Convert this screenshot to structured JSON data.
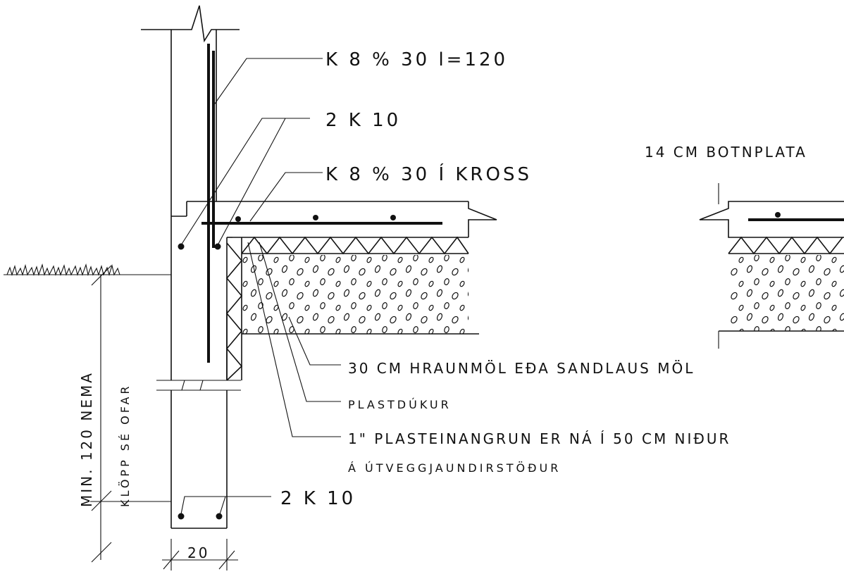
{
  "labels": {
    "top_bar": "K 8 % 30   l=120",
    "bars_2k10_top": "2 K 10",
    "cross_bars": "K 8 % 30 Í KROSS",
    "slab_title": "14 CM BOTNPLATA",
    "gravel": "30 CM HRAUNMÖL EÐA SANDLAUS MÖL",
    "plastic": "PLASTDÚKUR",
    "insulation_line1": "1\" PLASTEINANGRUN ER NÁ Í 50 CM NIÐUR",
    "insulation_line2": "Á ÚTVEGGJAUNDIRSTÖÐUR",
    "bars_2k10_bottom": "2 K 10",
    "depth_line1": "MIN. 120 NEMA",
    "depth_line2": "KLÖPP SÉ OFAR",
    "wall_width": "20"
  },
  "colors": {
    "ink": "#111111",
    "paper": "#ffffff"
  }
}
